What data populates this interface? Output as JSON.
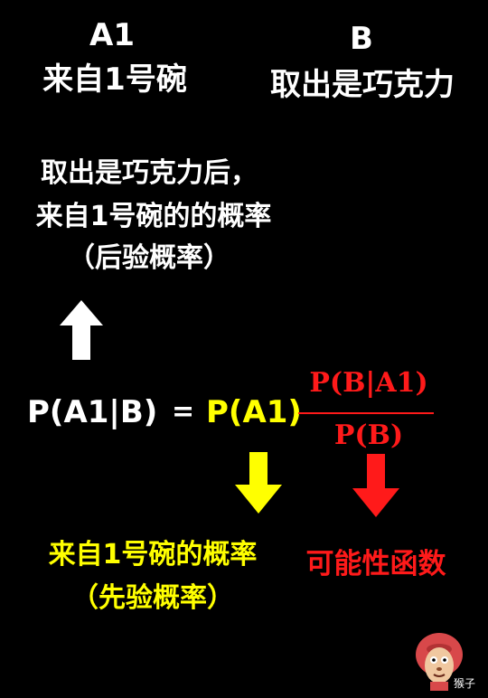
{
  "top": {
    "a1_label": "A1",
    "a1_desc": "来自1号碗",
    "b_label": "B",
    "b_desc": "取出是巧克力"
  },
  "posterior": {
    "line1": "取出是巧克力后，",
    "line2": "来自1号碗的的概率",
    "line3": "（后验概率）"
  },
  "formula": {
    "lhs": "P(A1|B)",
    "equals": "=",
    "prior": "P(A1)",
    "numerator": "P(B|A1)",
    "denominator": "P(B)"
  },
  "prior_label": {
    "line1": "来自1号碗的概率",
    "line2": "（先验概率）"
  },
  "likelihood_label": "可能性函数",
  "watermark": {
    "text": "猴子",
    "icon": "monkey-logo-icon"
  },
  "colors": {
    "background": "#000000",
    "text": "#ffffff",
    "prior": "#ffff00",
    "likelihood": "#ff1a1a"
  }
}
